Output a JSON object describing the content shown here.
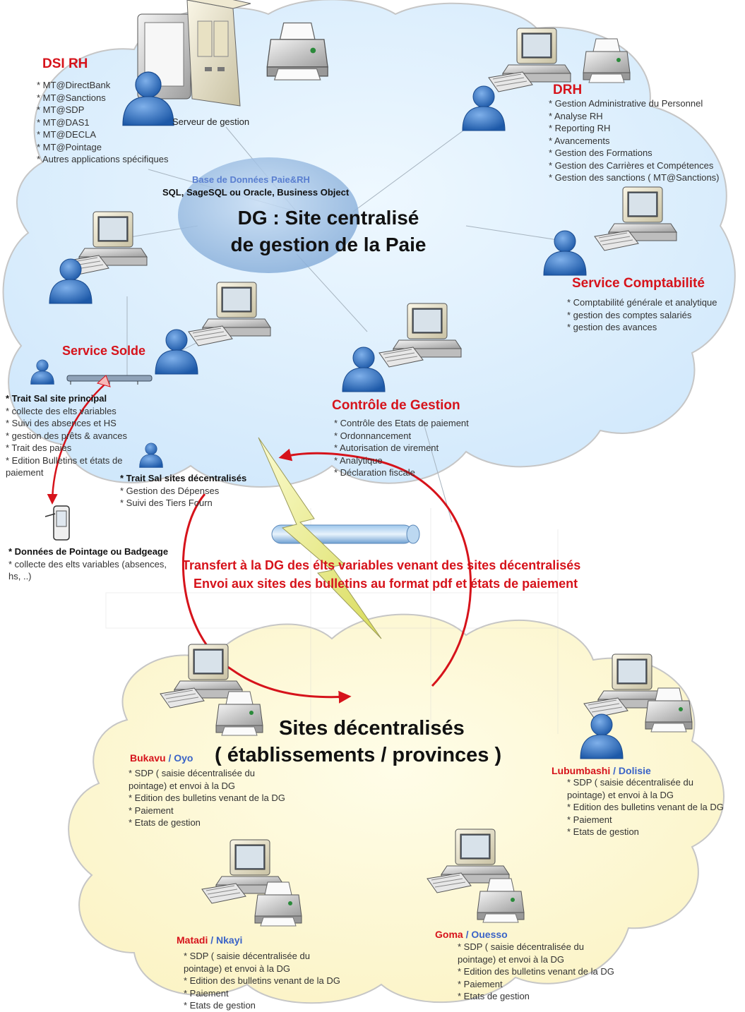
{
  "colors": {
    "red": "#d6131b",
    "blue": "#3a63c7",
    "cloud_top": "#dcefff",
    "cloud_bottom": "#fffbd8",
    "person": "#2f6fc2"
  },
  "dg": {
    "db_title": "Base de Données Paie&RH",
    "db_tech": "SQL, SageSQL ou Oracle, Business Object",
    "main_title_1": "DG : Site centralisé",
    "main_title_2": "de gestion de la Paie",
    "server_label": "Serveur de gestion"
  },
  "dsi": {
    "title": "DSI RH",
    "items": [
      "* MT@DirectBank",
      "* MT@Sanctions",
      "* MT@SDP",
      "* MT@DAS1",
      "* MT@DECLA",
      "* MT@Pointage",
      "* Autres applications spécifiques"
    ]
  },
  "drh": {
    "title": "DRH",
    "items": [
      "* Gestion Administrative du Personnel",
      "* Analyse RH",
      "* Reporting RH",
      "* Avancements",
      "* Gestion des Formations",
      "* Gestion des Carrières et Compétences",
      "* Gestion des sanctions ( MT@Sanctions)"
    ]
  },
  "compta": {
    "title": "Service Comptabilité",
    "items": [
      "* Comptabilité générale et analytique",
      "* gestion des comptes salariés",
      "* gestion des avances"
    ]
  },
  "solde": {
    "title": "Service Solde",
    "items": [
      "* Trait Sal site principal",
      "* collecte des elts variables",
      "* Suivi des absences et HS",
      "* gestion des prêts & avances",
      "* Trait des paies",
      "* Edition Bulletins et états de",
      "paiement"
    ]
  },
  "decent": {
    "items": [
      "* Trait Sal sites décentralisés",
      "* Gestion des Dépenses",
      "* Suivi des Tiers Fourn"
    ]
  },
  "pointage": {
    "items": [
      "* Données de Pointage ou Badgeage",
      "* collecte des elts variables (absences,",
      "hs, ..)"
    ]
  },
  "controle": {
    "title": "Contrôle de Gestion",
    "items": [
      "* Contrôle des Etats de paiement",
      "* Ordonnancement",
      "* Autorisation de virement",
      "* Analytique",
      "* Déclaration fiscale"
    ]
  },
  "transfer": {
    "line1": "Transfert à la DG des élts variables venant des sites décentralisés",
    "line2": "Envoi aux sites des bulletins au format pdf et états de paiement"
  },
  "sites": {
    "title_1": "Sites décentralisés",
    "title_2": "( établissements / provinces )"
  },
  "site_items": [
    "* SDP ( saisie décentralisée du",
    "pointage) et envoi à la DG",
    "* Edition des bulletins venant de la DG",
    "* Paiement",
    "* Etats de gestion"
  ],
  "bukavu": {
    "name_red": "Bukavu",
    "name_blue": "/ Oyo"
  },
  "lubumbashi": {
    "name_red": "Lubumbashi",
    "name_blue": "/ Dolisie"
  },
  "matadi": {
    "name_red": "Matadi",
    "name_blue": "/ Nkayi"
  },
  "goma": {
    "name_red": "Goma",
    "name_blue": "/ Ouesso"
  }
}
